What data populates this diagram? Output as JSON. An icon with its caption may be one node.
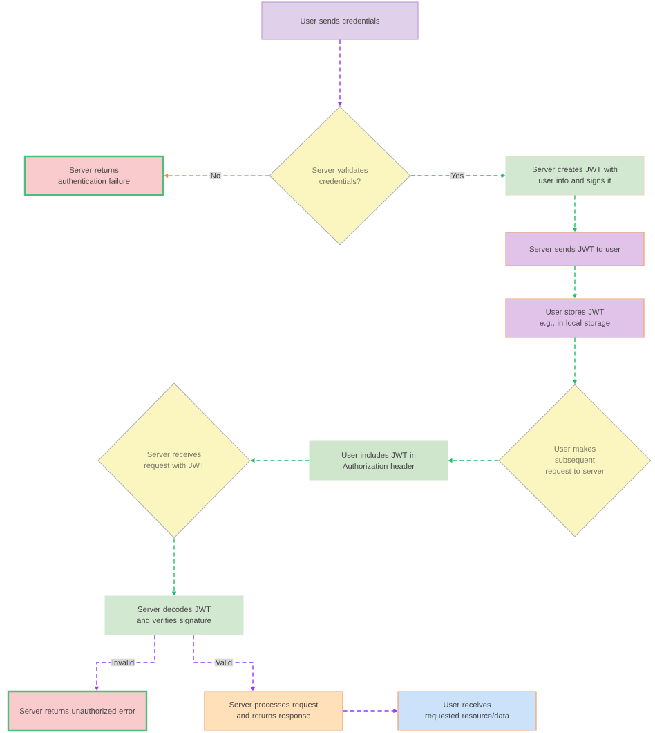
{
  "diagram": {
    "nodes": [
      {
        "text": [
          "User sends credentials"
        ]
      },
      {
        "text": [
          "Server validates credentials?"
        ]
      },
      {
        "text": [
          "Server returns authentication failure"
        ]
      },
      {
        "text": [
          "Server creates JWT with user info and signs it"
        ]
      },
      {
        "text": [
          "Server sends JWT to user"
        ]
      },
      {
        "text": [
          "User stores JWT e.g., in local storage"
        ]
      },
      {
        "text": [
          "User makes subsequent request to server"
        ]
      },
      {
        "text": [
          "User includes JWT in Authorization header"
        ]
      },
      {
        "text": [
          "Server receives request with JWT"
        ]
      },
      {
        "text": [
          "Server decodes JWT and verifies signature"
        ]
      },
      {
        "text": [
          "Server returns unauthorized error"
        ]
      },
      {
        "text": [
          "Server processes request and returns response"
        ]
      },
      {
        "text": [
          "User receives requested resource/data"
        ]
      }
    ],
    "edges": [
      {
        "from": 0,
        "to": 1,
        "arrow": "to",
        "style": "dashed",
        "color": "#9933ff"
      },
      {
        "from": 1,
        "to": 2,
        "arrow": "to",
        "label": "No",
        "style": "dashed",
        "color": "#ff8833"
      },
      {
        "from": 1,
        "to": 3,
        "arrow": "to",
        "label": "Yes",
        "style": "dashed"
      },
      {
        "from": 3,
        "to": 4,
        "arrow": "to",
        "style": "dashed"
      },
      {
        "from": 4,
        "to": 5,
        "arrow": "to",
        "style": "dashed"
      },
      {
        "from": 5,
        "to": 6,
        "arrow": "to",
        "style": "dashed"
      },
      {
        "from": 6,
        "to": 7,
        "arrow": "to",
        "style": "dashed"
      },
      {
        "from": 7,
        "to": 8,
        "arrow": "to",
        "style": "dashed"
      },
      {
        "from": 8,
        "to": 9,
        "arrow": "to",
        "style": "dashed"
      },
      {
        "from": 9,
        "to": 10,
        "arrow": "to",
        "label": "Invalid",
        "style": "dashed",
        "color": "#9933ff"
      },
      {
        "from": 9,
        "to": 11,
        "arrow": "to",
        "label": "Valid",
        "style": "dashed",
        "color": "#9933ff"
      },
      {
        "from": 11,
        "to": 12,
        "arrow": "to",
        "style": "dashed",
        "color": "#9933ff"
      }
    ]
  }
}
